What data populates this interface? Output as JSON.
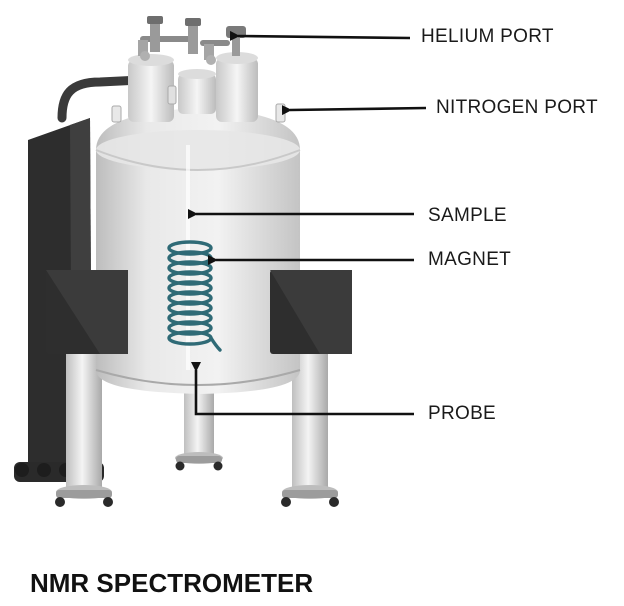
{
  "title": "NMR SPECTROMETER",
  "labels": {
    "helium_port": "HELIUM PORT",
    "nitrogen_port": "NITROGEN PORT",
    "sample": "SAMPLE",
    "magnet": "MAGNET",
    "probe": "PROBE"
  },
  "colors": {
    "body": "#dcdcdc",
    "body_shadow": "#b9b9b9",
    "dark_panel": "#2b2b2b",
    "coil": "#2f6a76",
    "arrow": "#111111"
  }
}
